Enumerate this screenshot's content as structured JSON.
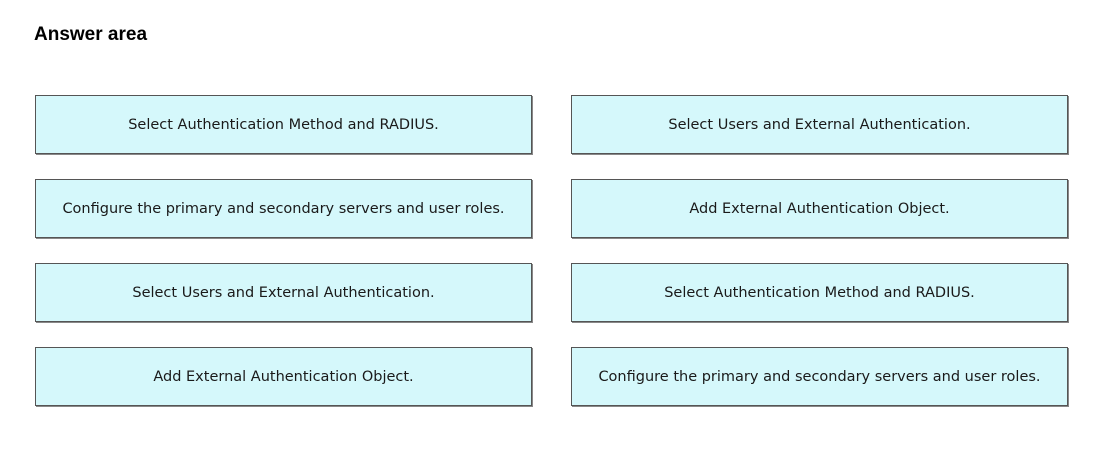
{
  "header": {
    "title": "Answer area"
  },
  "left_column": {
    "items": [
      "Select Authentication Method and RADIUS.",
      "Configure the primary and secondary servers and user roles.",
      "Select Users and External Authentication.",
      "Add External Authentication Object."
    ]
  },
  "right_column": {
    "items": [
      "Select Users and External Authentication.",
      "Add External Authentication Object.",
      "Select Authentication Method and RADIUS.",
      "Configure the primary and secondary servers and user roles."
    ]
  },
  "colors": {
    "box_background": "#d5f8fb",
    "box_border": "#555555"
  }
}
